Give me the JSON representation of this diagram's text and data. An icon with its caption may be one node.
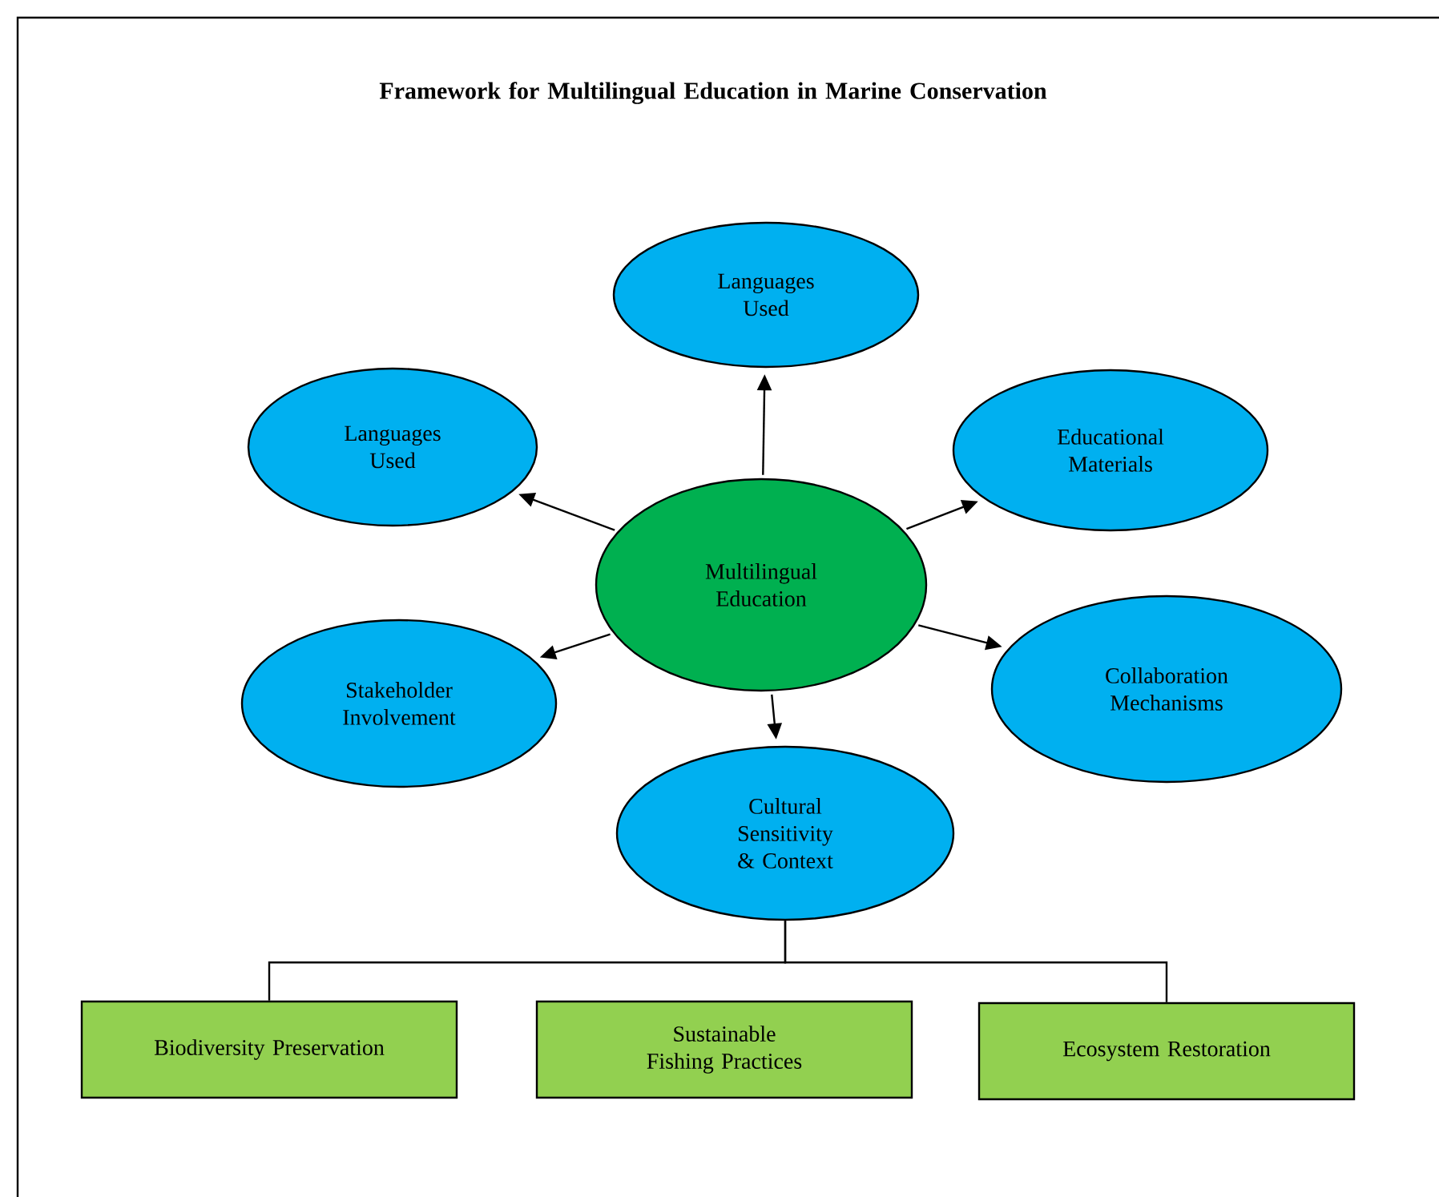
{
  "diagram": {
    "title": "Framework for Multilingual Education in Marine Conservation",
    "nodes": [
      {
        "text": [
          "Languages Used"
        ]
      },
      {
        "text": [
          "Languages Used"
        ]
      },
      {
        "text": [
          "Educational Materials"
        ]
      },
      {
        "text": [
          "Multilingual Education"
        ]
      },
      {
        "text": [
          "Stakeholder Involvement"
        ]
      },
      {
        "text": [
          "Collaboration Mechanisms"
        ]
      },
      {
        "text": [
          "Cultural Sensitivity & Context"
        ]
      },
      {
        "text": [
          "Biodiversity Preservation"
        ]
      },
      {
        "text": [
          "Sustainable Fishing Practices"
        ]
      },
      {
        "text": [
          "Ecosystem Restoration"
        ]
      }
    ],
    "edges": [
      {
        "from": 3,
        "to": 0,
        "arrow": "to"
      },
      {
        "from": 3,
        "to": 1,
        "arrow": "to"
      },
      {
        "from": 3,
        "to": 2,
        "arrow": "to"
      },
      {
        "from": 3,
        "to": 4,
        "arrow": "to"
      },
      {
        "from": 3,
        "to": 5,
        "arrow": "to"
      },
      {
        "from": 3,
        "to": 6,
        "arrow": "to"
      },
      {
        "from": 6,
        "to": 7,
        "arrow": "none"
      },
      {
        "from": 6,
        "to": 9,
        "arrow": "none"
      }
    ]
  }
}
